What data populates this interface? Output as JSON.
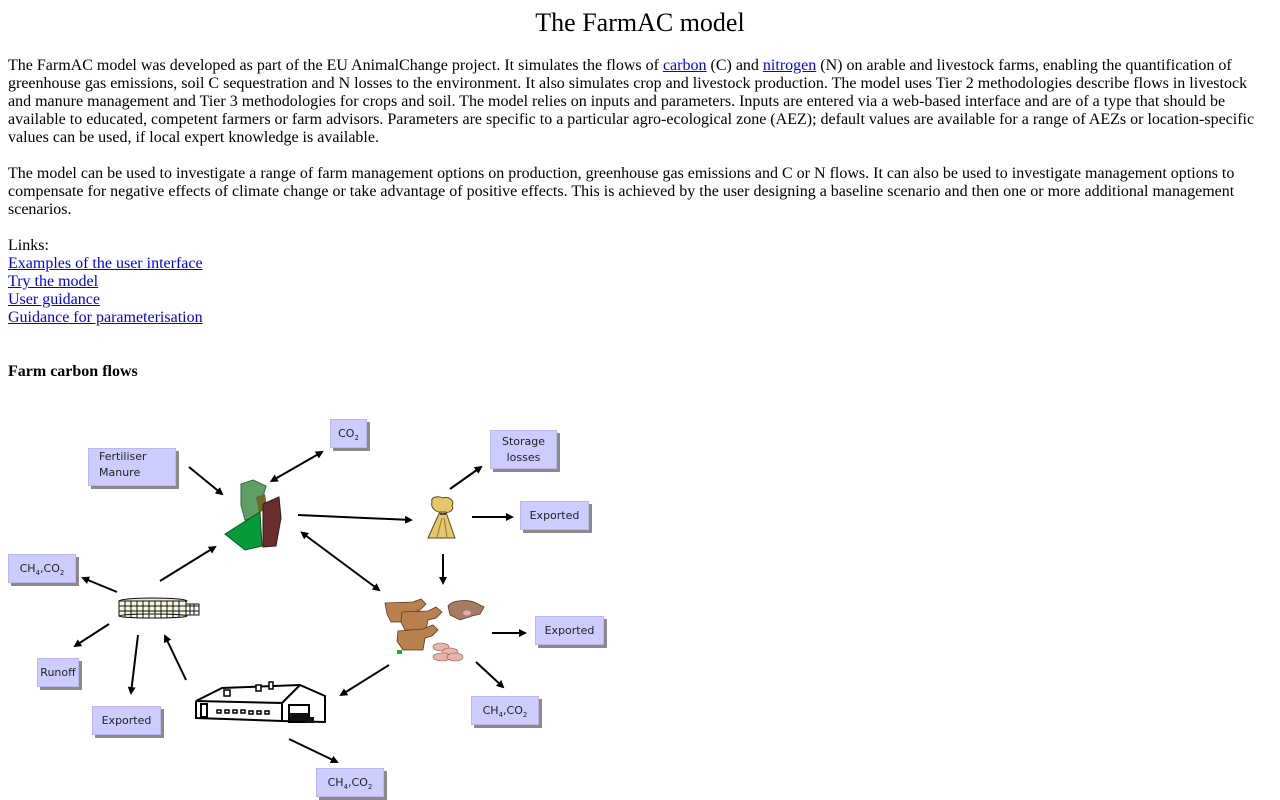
{
  "page": {
    "title": "The FarmAC model",
    "intro": {
      "before_carbon": "The FarmAC model was developed as part of the EU AnimalChange project. It simulates the flows of ",
      "carbon_link": "carbon",
      "between": " (C) and ",
      "nitrogen_link": "nitrogen",
      "after_nitrogen": " (N) on arable and livestock farms, enabling the quantification of greenhouse gas emissions, soil C sequestration and N losses to the environment. It also simulates crop and livestock production. The model uses Tier 2 methodologies describe flows in livestock and manure management and Tier 3 methodologies for crops and soil. The model relies on inputs and parameters. Inputs are entered via a web-based interface and are of a type that should be available to educated, competent farmers or farm advisors. Parameters are specific to a particular agro-ecological zone (AEZ); default values are available for a range of AEZs or location-specific values can be used, if local expert knowledge is available."
    },
    "para2": "The model can be used to investigate a range of farm management options on production, greenhouse gas emissions and C or N flows. It can also be used to investigate management options to compensate for negative effects of climate change or take advantage of positive effects. This is achieved by the user designing a baseline scenario and then one or more additional management scenarios.",
    "links_label": "Links:",
    "links": [
      "Examples of the user interface",
      "Try the model",
      "User guidance",
      "Guidance for parameterisation"
    ],
    "section_title": "Farm carbon flows"
  },
  "diagram": {
    "boxes": {
      "fertiliser": [
        "Fertiliser",
        "Manure"
      ],
      "co2": {
        "base": "CO",
        "sub": "2"
      },
      "storage_losses": [
        "Storage",
        "losses"
      ],
      "crop_exported": "Exported",
      "manure_store_emissions": {
        "ch": "CH",
        "ch_sub": "4",
        "co": ",CO",
        "co_sub": "2"
      },
      "runoff": "Runoff",
      "manure_exported": "Exported",
      "livestock_exported": "Exported",
      "livestock_emissions": {
        "ch": "CH",
        "ch_sub": "4",
        "co": ",CO",
        "co_sub": "2"
      },
      "housing_emissions": {
        "ch": "CH",
        "ch_sub": "4",
        "co": ",CO",
        "co_sub": "2"
      }
    },
    "colors": {
      "box_fill": "#ccccff",
      "box_shadow": "#8a8a8a",
      "field_light_green": "#5f9e65",
      "field_green": "#079a3b",
      "field_brown": "#6b2e2e",
      "crop_straw": "#e4c76a",
      "cattle": "#b9814f",
      "pig": "#e8b4ae"
    }
  }
}
